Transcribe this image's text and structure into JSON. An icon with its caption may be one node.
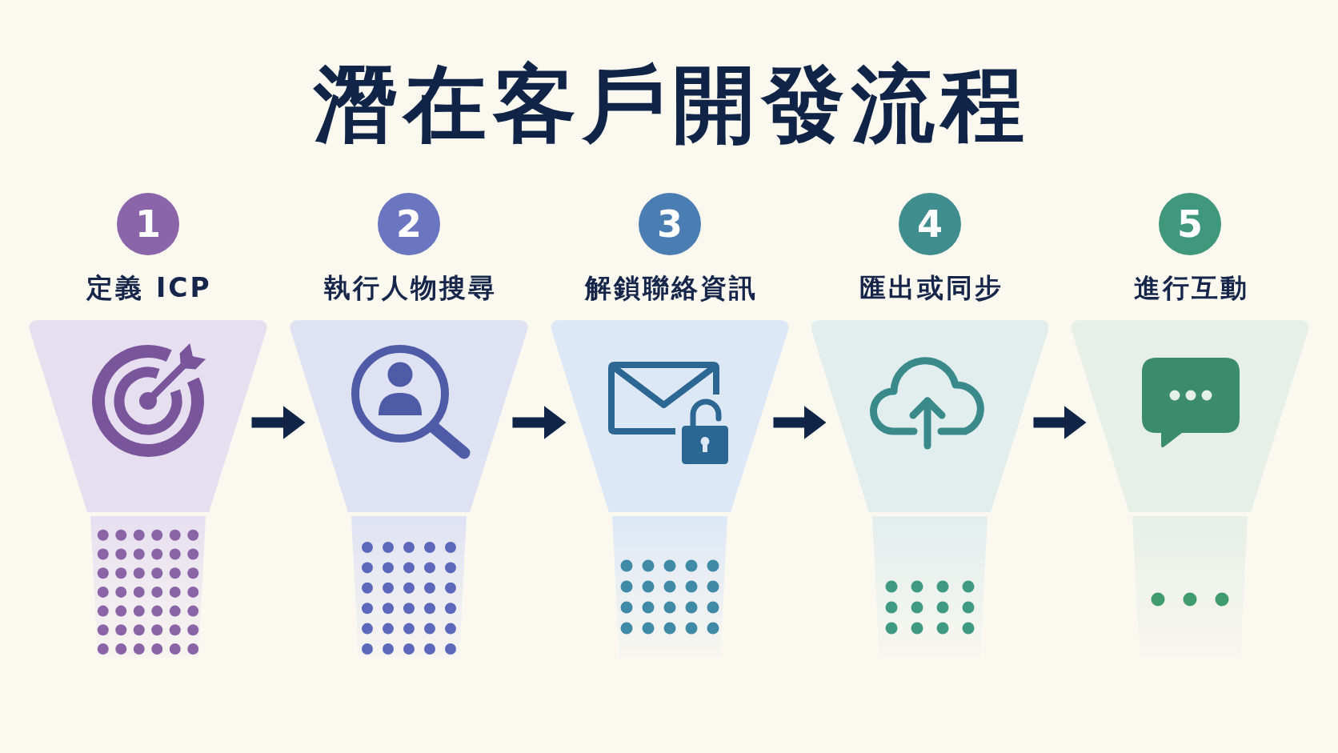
{
  "diagram": {
    "title": "潛在客戶開發流程",
    "nodes": [
      {
        "text": [
          "1"
        ]
      },
      {
        "text": [
          "定義 ICP"
        ]
      },
      {
        "text": [
          "2"
        ]
      },
      {
        "text": [
          "執行人物搜尋"
        ]
      },
      {
        "text": [
          "3"
        ]
      },
      {
        "text": [
          "解鎖聯絡資訊"
        ]
      },
      {
        "text": [
          "4"
        ]
      },
      {
        "text": [
          "匯出或同步"
        ]
      },
      {
        "text": [
          "5"
        ]
      },
      {
        "text": [
          "進行互動"
        ]
      }
    ],
    "edges": [
      {
        "from": 1,
        "to": 3,
        "arrow": "to"
      },
      {
        "from": 3,
        "to": 5,
        "arrow": "to"
      },
      {
        "from": 5,
        "to": 7,
        "arrow": "to"
      },
      {
        "from": 7,
        "to": 9,
        "arrow": "to"
      }
    ]
  }
}
